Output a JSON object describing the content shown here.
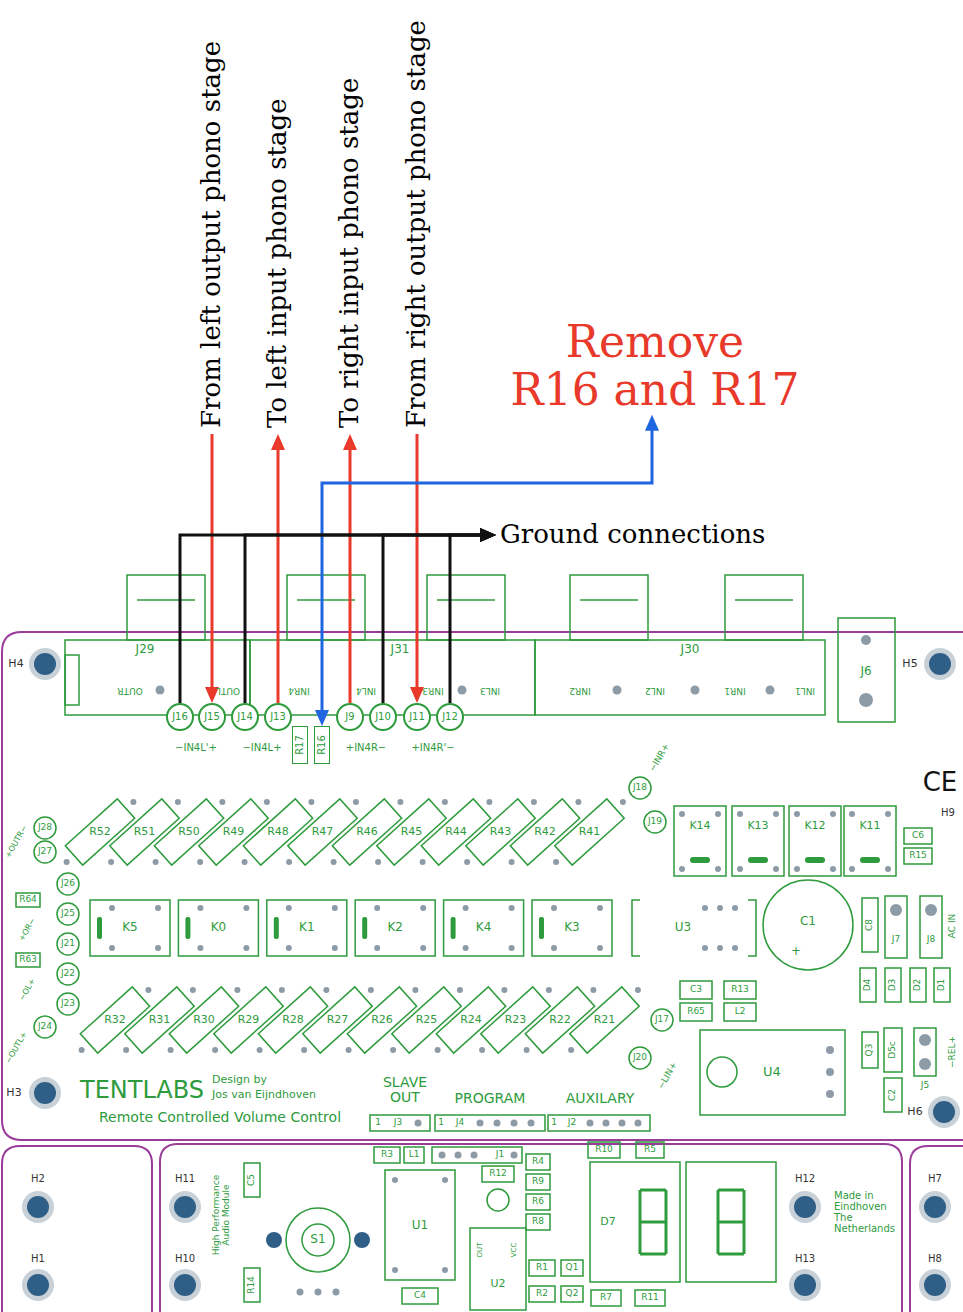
{
  "diagram": {
    "nodes": [
      {
        "text": [
          "From left output phono stage"
        ]
      },
      {
        "text": [
          "To left input phono stage"
        ]
      },
      {
        "text": [
          "To right input phono stage"
        ]
      },
      {
        "text": [
          "From right output phono stage"
        ]
      },
      {
        "text": [
          "Remove",
          "R16 and R17"
        ]
      },
      {
        "text": [
          "Ground connections"
        ]
      },
      {
        "text": [
          "J16"
        ]
      },
      {
        "text": [
          "J15"
        ]
      },
      {
        "text": [
          "J14"
        ]
      },
      {
        "text": [
          "J13"
        ]
      },
      {
        "text": [
          "R17"
        ]
      },
      {
        "text": [
          "R16"
        ]
      },
      {
        "text": [
          "J9"
        ]
      },
      {
        "text": [
          "J10"
        ]
      },
      {
        "text": [
          "J11"
        ]
      },
      {
        "text": [
          "J12"
        ]
      }
    ],
    "edges": [
      {
        "from": 0,
        "to": 7,
        "arrow": "to"
      },
      {
        "from": 9,
        "to": 1,
        "arrow": "to"
      },
      {
        "from": 12,
        "to": 2,
        "arrow": "to"
      },
      {
        "from": 3,
        "to": 14,
        "arrow": "to"
      },
      {
        "from": 11,
        "to": 4,
        "arrow": "both"
      },
      {
        "from": 6,
        "to": 5,
        "arrow": "to"
      },
      {
        "from": 8,
        "to": 5,
        "arrow": "to"
      },
      {
        "from": 13,
        "to": 5,
        "arrow": "to"
      },
      {
        "from": 15,
        "to": 5,
        "arrow": "to"
      }
    ],
    "labels": [
      "J29",
      "J31",
      "J30",
      "J6",
      "OUTR",
      "OUTL",
      "INR4",
      "INL4",
      "INR3",
      "INL3",
      "INR2",
      "INL2",
      "INR1",
      "INL1",
      "H4",
      "H5",
      "CE",
      "H9",
      "−IN4L'+",
      "−IN4L+",
      "+IN4R−",
      "+IN4R'−",
      "R52",
      "R51",
      "R50",
      "R49",
      "R48",
      "R47",
      "R46",
      "R45",
      "R44",
      "R43",
      "R42",
      "R41",
      "R64",
      "R63",
      "K5",
      "K0",
      "K1",
      "K2",
      "K4",
      "K3",
      "U3",
      "C1",
      "+",
      "C8",
      "J7",
      "J8",
      "AC IN",
      "K14",
      "K13",
      "K12",
      "K11",
      "C6",
      "R15",
      "J18",
      "J19",
      "−INR+",
      "J28",
      "J27",
      "J26",
      "J25",
      "J21",
      "J22",
      "J23",
      "J24",
      "+OUTR−",
      "+OR−",
      "−OL+",
      "−OUTL+",
      "R32",
      "R31",
      "R30",
      "R29",
      "R28",
      "R27",
      "R26",
      "R25",
      "R24",
      "R23",
      "R22",
      "R21",
      "J17",
      "J20",
      "−LIN+",
      "C3",
      "R13",
      "R65",
      "L2",
      "D4",
      "D3",
      "D2",
      "D1",
      "Q3",
      "D5c",
      "C2",
      "J5",
      "−REL+",
      "U4",
      "H3",
      "H6",
      "TENTLABS",
      "Design by",
      "Jos van Eijndhoven",
      "Remote Controlled Volume Control",
      "SLAVE OUT",
      "PROGRAM",
      "AUXILARY",
      "1",
      "J3",
      "1",
      "J4",
      "1",
      "J2",
      "H2",
      "H11",
      "C5",
      "High Performance Audio Module",
      "S1",
      "R14",
      "H10",
      "H1",
      "R3",
      "L1",
      "J1",
      "R12",
      "U1",
      "R4",
      "R9",
      "R6",
      "R8",
      "U2",
      "OUT",
      "VCC",
      "R1",
      "Q1",
      "R2",
      "Q2",
      "C4",
      "R10",
      "R5",
      "D7",
      "R7",
      "R11",
      "H12",
      "H7",
      "H13",
      "H8",
      "Made in Eindhoven The Netherlands"
    ]
  }
}
